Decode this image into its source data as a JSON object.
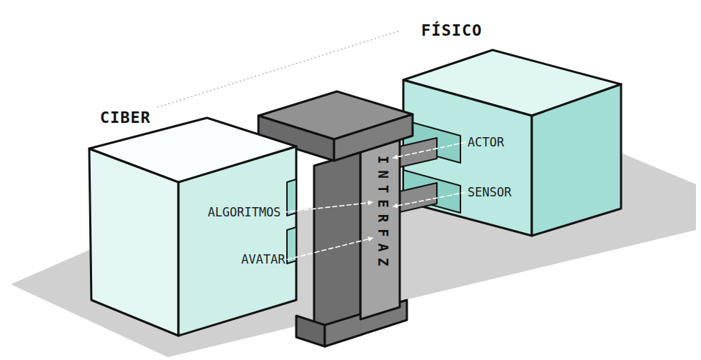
{
  "diagram": {
    "nodes": [
      {
        "text": [
          "CIBER"
        ]
      },
      {
        "text": [
          "ALGORITMOS"
        ],
        "in": 0
      },
      {
        "text": [
          "AVATAR"
        ],
        "in": 0
      },
      {
        "text": [
          "INTERFAZ"
        ]
      },
      {
        "text": [
          "FÍSICO"
        ]
      },
      {
        "text": [
          "ACTOR"
        ],
        "in": 4
      },
      {
        "text": [
          "SENSOR"
        ],
        "in": 4
      }
    ],
    "edges": [
      {
        "from": 0,
        "to": 4,
        "arrow": "none"
      },
      {
        "from": 1,
        "to": 3,
        "arrow": "to"
      },
      {
        "from": 2,
        "to": 3,
        "arrow": "to"
      },
      {
        "from": 5,
        "to": 3,
        "arrow": "to"
      },
      {
        "from": 6,
        "to": 3,
        "arrow": "to"
      }
    ]
  }
}
